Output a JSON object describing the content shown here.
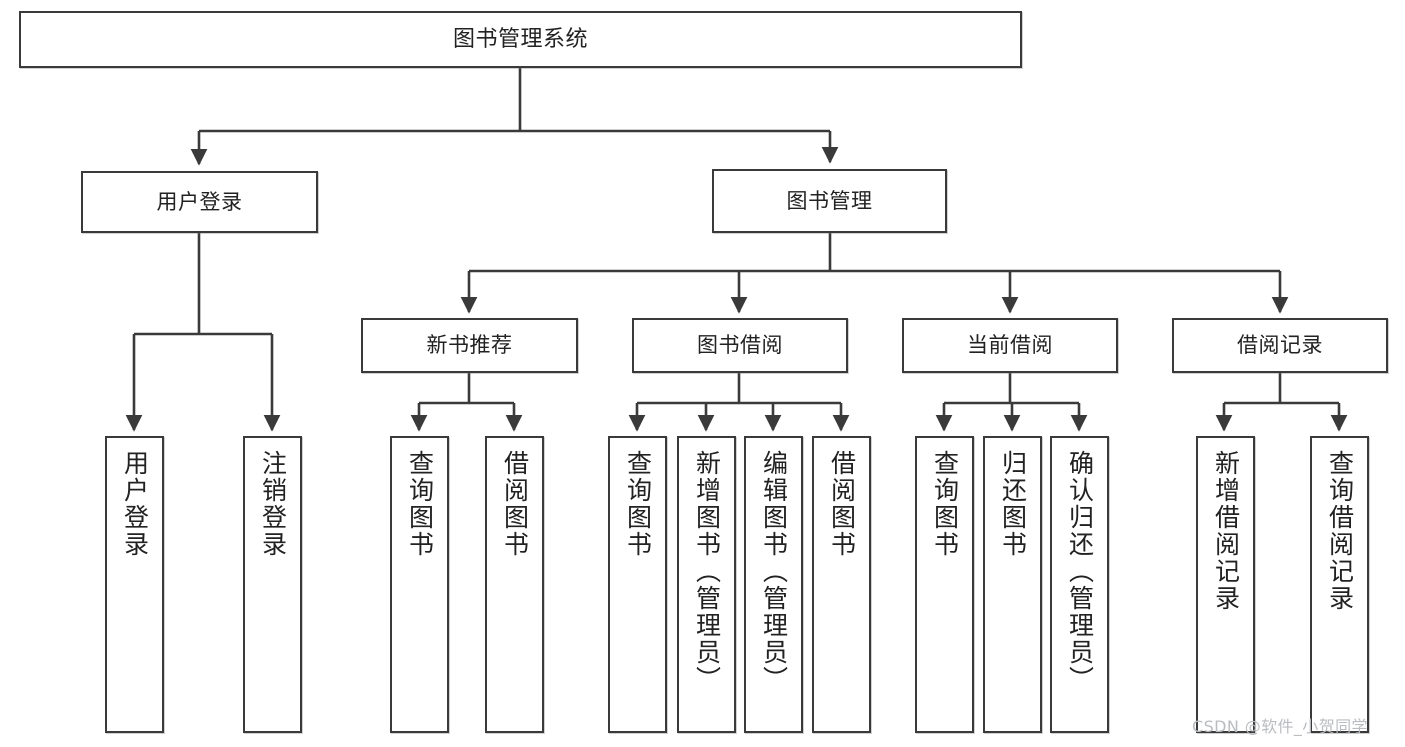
{
  "diagram": {
    "type": "tree-hierarchy",
    "title": "图书管理系统",
    "background_color": "#ffffff",
    "line_color": "#3a3a3a",
    "text_color": "#222222"
  },
  "nodes": {
    "root": {
      "label": "图书管理系统"
    },
    "level1": [
      {
        "id": "user-login",
        "label": "用户登录"
      },
      {
        "id": "book-manage",
        "label": "图书管理"
      }
    ],
    "level2": [
      {
        "id": "new-book-recommend",
        "label": "新书推荐"
      },
      {
        "id": "book-borrow",
        "label": "图书借阅"
      },
      {
        "id": "current-borrow",
        "label": "当前借阅"
      },
      {
        "id": "borrow-record",
        "label": "借阅记录"
      }
    ],
    "leaves": [
      {
        "id": "leaf-user-login",
        "label": "用户登录",
        "parent": "user-login"
      },
      {
        "id": "leaf-logout-login",
        "label": "注销登录",
        "parent": "user-login"
      },
      {
        "id": "leaf-query-book-1",
        "label": "查询图书",
        "parent": "new-book-recommend"
      },
      {
        "id": "leaf-borrow-book-1",
        "label": "借阅图书",
        "parent": "new-book-recommend"
      },
      {
        "id": "leaf-query-book-2",
        "label": "查询图书",
        "parent": "book-borrow"
      },
      {
        "id": "leaf-add-book",
        "label": "新增图书（管理员）",
        "parent": "book-borrow"
      },
      {
        "id": "leaf-edit-book",
        "label": "编辑图书（管理员）",
        "parent": "book-borrow"
      },
      {
        "id": "leaf-borrow-book-2",
        "label": "借阅图书",
        "parent": "book-borrow"
      },
      {
        "id": "leaf-query-book-3",
        "label": "查询图书",
        "parent": "current-borrow"
      },
      {
        "id": "leaf-return-book",
        "label": "归还图书",
        "parent": "current-borrow"
      },
      {
        "id": "leaf-confirm-return",
        "label": "确认归还（管理员）",
        "parent": "current-borrow"
      },
      {
        "id": "leaf-add-record",
        "label": "新增借阅记录",
        "parent": "borrow-record"
      },
      {
        "id": "leaf-query-record",
        "label": "查询借阅记录",
        "parent": "borrow-record"
      }
    ]
  },
  "watermark": {
    "text": "CSDN @软件_小贺同学"
  }
}
